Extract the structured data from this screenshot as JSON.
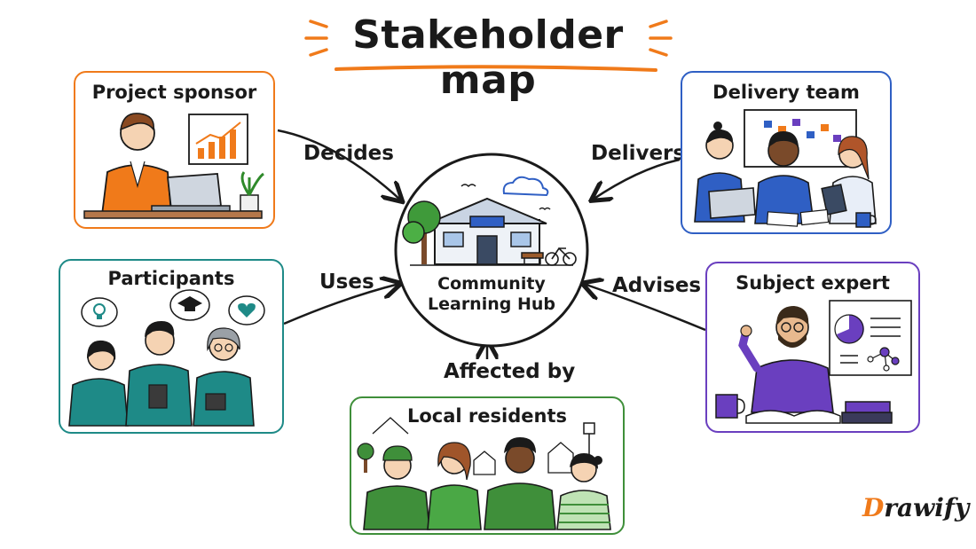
{
  "title": "Stakeholder map",
  "center": {
    "label_line1": "Community",
    "label_line2": "Learning Hub",
    "sign_text": ""
  },
  "stakeholders": [
    {
      "key": "sponsor",
      "label": "Project sponsor",
      "relation": "Decides",
      "color": "#f07a1a"
    },
    {
      "key": "delivery",
      "label": "Delivery team",
      "relation": "Delivers",
      "color": "#2f5fc4"
    },
    {
      "key": "participants",
      "label": "Participants",
      "relation": "Uses",
      "color": "#1e8a87"
    },
    {
      "key": "expert",
      "label": "Subject expert",
      "relation": "Advises",
      "color": "#6a3fbf"
    },
    {
      "key": "residents",
      "label": "Local residents",
      "relation": "Affected by",
      "color": "#3f8f3a"
    }
  ],
  "brand": {
    "logo_first": "D",
    "logo_rest": "rawify"
  }
}
